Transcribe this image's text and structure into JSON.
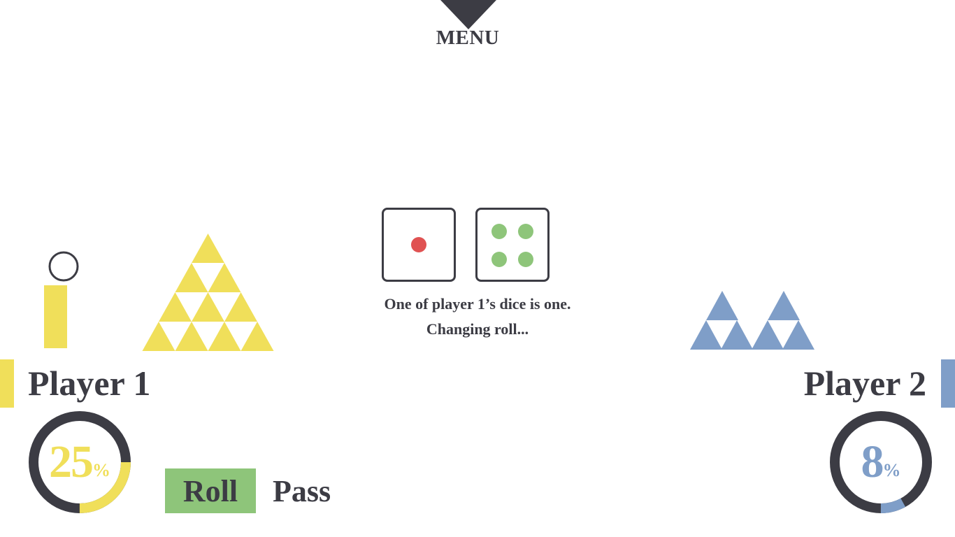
{
  "menu": {
    "label": "MENU",
    "icon": "triangle-down-icon"
  },
  "dice": [
    {
      "value": 1,
      "pip_color": "#e05252"
    },
    {
      "value": 4,
      "pip_color": "#8ec57a"
    }
  ],
  "status": {
    "line1": "One of player 1’s dice is one.",
    "line2": "Changing roll..."
  },
  "players": [
    {
      "name": "Player 1",
      "color": "#f0df5a",
      "percent": 25,
      "percent_text": "25",
      "percent_symbol": "%"
    },
    {
      "name": "Player 2",
      "color": "#7f9ec8",
      "percent": 8,
      "percent_text": "8",
      "percent_symbol": "%"
    }
  ],
  "actions": {
    "roll_label": "Roll",
    "pass_label": "Pass"
  },
  "colors": {
    "dark": "#3c3c44",
    "roll_button": "#8ec57a"
  }
}
